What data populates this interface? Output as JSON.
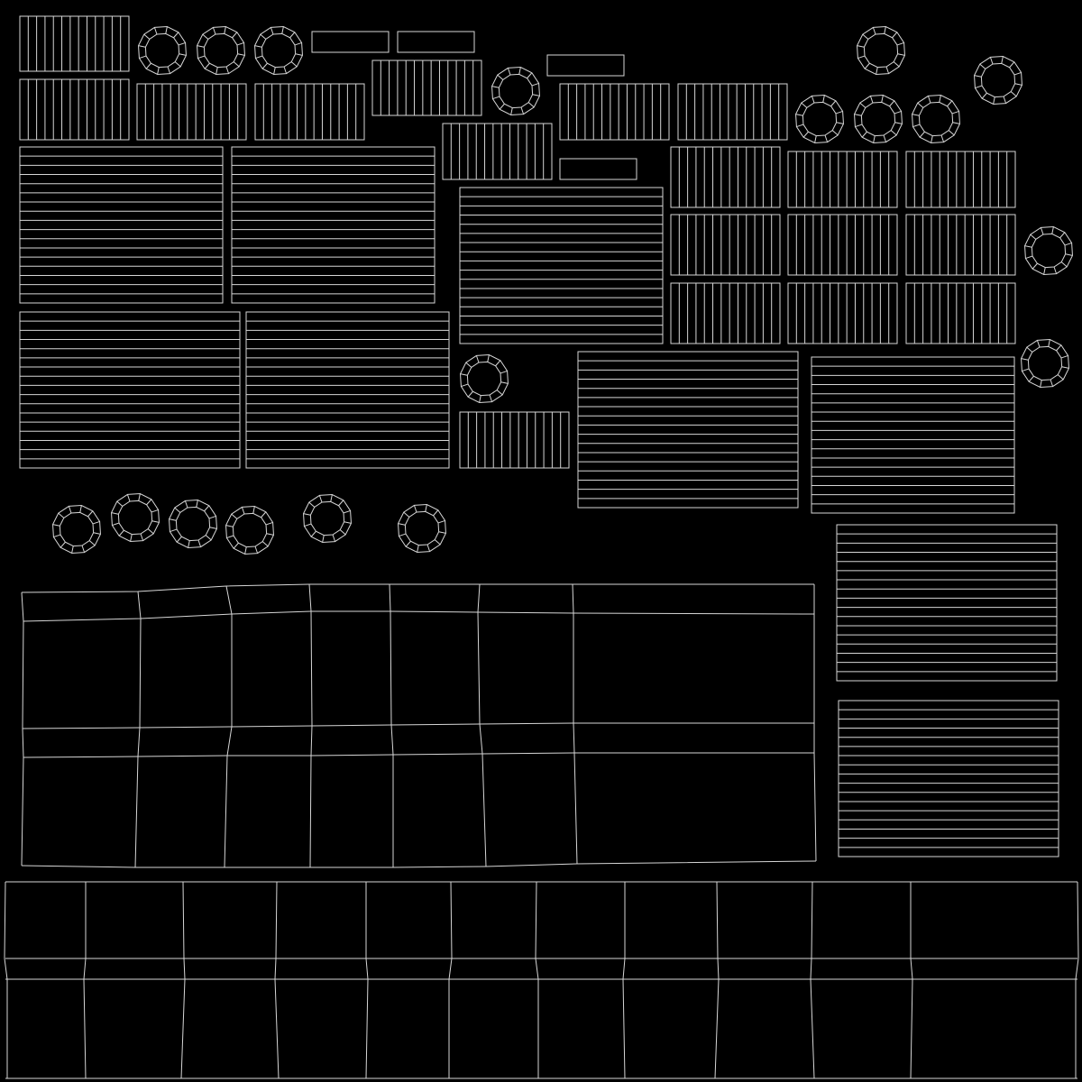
{
  "colors": {
    "background": "#000000",
    "wire": "#d6d6d6"
  },
  "ring_segments": 12,
  "stripe_columns": 13,
  "stripe_rows": 17
}
